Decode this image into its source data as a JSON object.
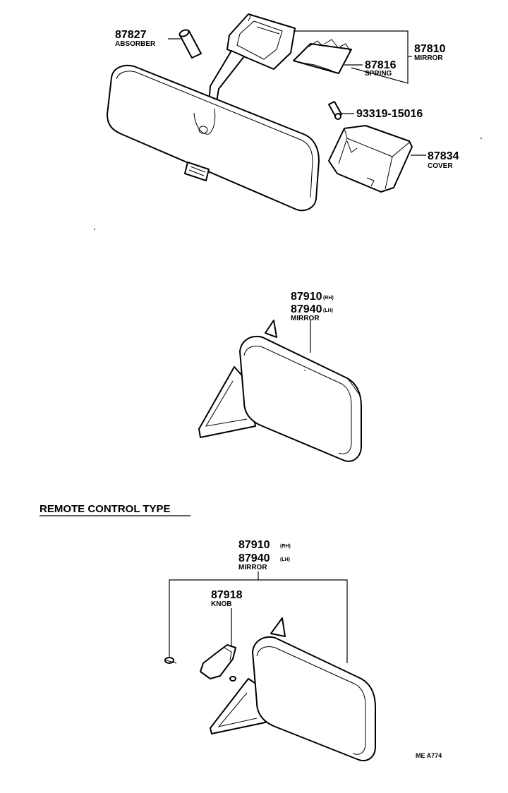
{
  "callouts": {
    "absorber": {
      "part_no": "87827",
      "name": "ABSORBER"
    },
    "inner_mirror": {
      "part_no": "87810",
      "name": "MIRROR"
    },
    "spring": {
      "part_no": "87816",
      "name": "SPRING"
    },
    "screw": {
      "part_no": "93319-15016"
    },
    "cover": {
      "part_no": "87834",
      "name": "COVER"
    },
    "outer_mirror": {
      "part_no_rh": "87910",
      "rh": "(RH)",
      "part_no_lh": "87940",
      "lh": "(LH)",
      "name": "MIRROR"
    },
    "remote_mirror": {
      "part_no_rh": "87910",
      "rh": "(RH)",
      "part_no_lh": "87940",
      "lh": "(LH)",
      "name": "MIRROR"
    },
    "knob": {
      "part_no": "87918",
      "name": "KNOB"
    }
  },
  "section_heading": "REMOTE CONTROL TYPE",
  "figure_ref": "ME A774"
}
